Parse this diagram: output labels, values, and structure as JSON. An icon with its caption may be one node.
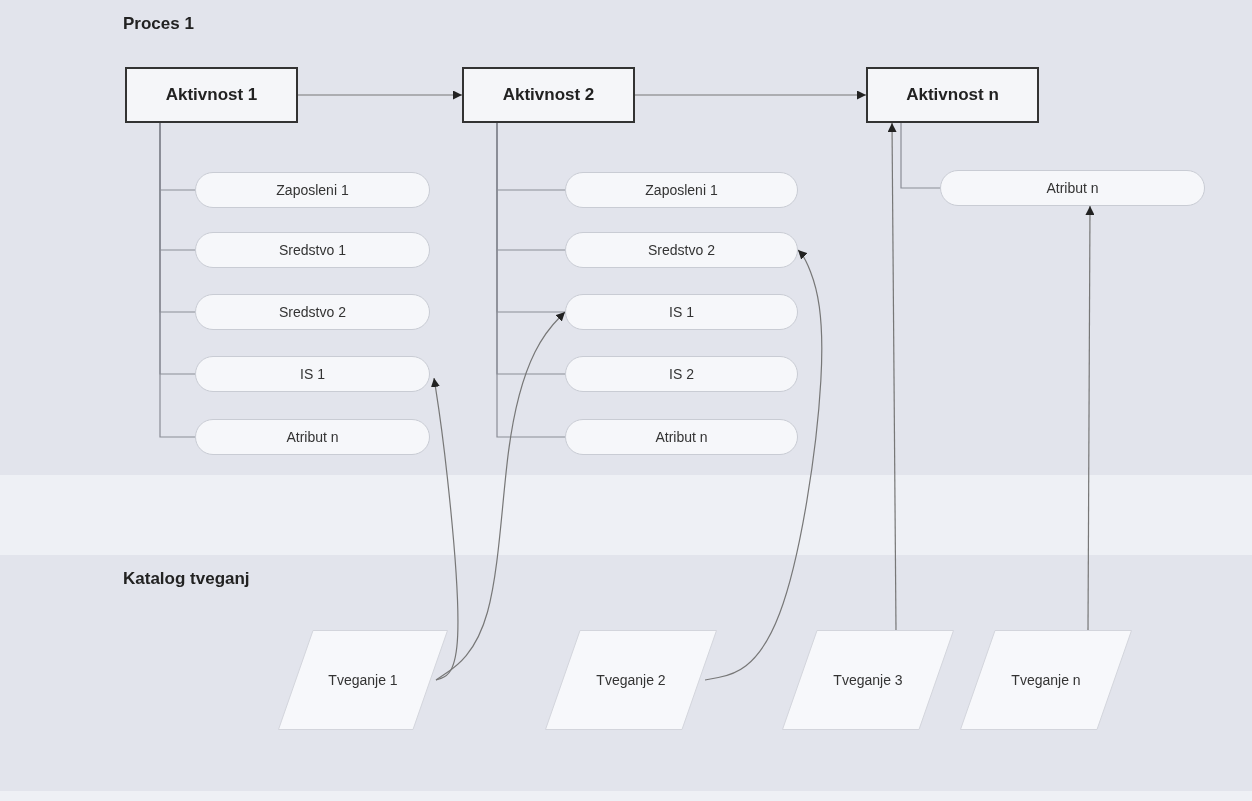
{
  "diagram": {
    "nodes": [
      {
        "text": [
          "Proces 1"
        ]
      },
      {
        "text": [
          "Aktivnost 1"
        ],
        "in": 0
      },
      {
        "text": [
          "Aktivnost 2"
        ],
        "in": 0
      },
      {
        "text": [
          "Aktivnost n"
        ],
        "in": 0
      },
      {
        "text": [
          "Zaposleni 1"
        ],
        "in": 0
      },
      {
        "text": [
          "Sredstvo 1"
        ],
        "in": 0
      },
      {
        "text": [
          "Sredstvo 2"
        ],
        "in": 0
      },
      {
        "text": [
          "IS 1"
        ],
        "in": 0
      },
      {
        "text": [
          "Atribut n"
        ],
        "in": 0
      },
      {
        "text": [
          "Zaposleni 1"
        ],
        "in": 0
      },
      {
        "text": [
          "Sredstvo 2"
        ],
        "in": 0
      },
      {
        "text": [
          "IS 1"
        ],
        "in": 0
      },
      {
        "text": [
          "IS 2"
        ],
        "in": 0
      },
      {
        "text": [
          "Atribut n"
        ],
        "in": 0
      },
      {
        "text": [
          "Atribut n"
        ],
        "in": 0
      },
      {
        "text": [
          "Katalog tveganj"
        ]
      },
      {
        "text": [
          "Tveganje 1"
        ],
        "in": 15
      },
      {
        "text": [
          "Tveganje 2"
        ],
        "in": 15
      },
      {
        "text": [
          "Tveganje 3"
        ],
        "in": 15
      },
      {
        "text": [
          "Tveganje n"
        ],
        "in": 15
      }
    ],
    "edges": [
      {
        "from": 1,
        "to": 2,
        "arrow": "to"
      },
      {
        "from": 2,
        "to": 3,
        "arrow": "to"
      },
      {
        "from": 1,
        "to": 4,
        "arrow": "none"
      },
      {
        "from": 1,
        "to": 5,
        "arrow": "none"
      },
      {
        "from": 1,
        "to": 6,
        "arrow": "none"
      },
      {
        "from": 1,
        "to": 7,
        "arrow": "none"
      },
      {
        "from": 1,
        "to": 8,
        "arrow": "none"
      },
      {
        "from": 2,
        "to": 9,
        "arrow": "none"
      },
      {
        "from": 2,
        "to": 10,
        "arrow": "none"
      },
      {
        "from": 2,
        "to": 11,
        "arrow": "none"
      },
      {
        "from": 2,
        "to": 12,
        "arrow": "none"
      },
      {
        "from": 2,
        "to": 13,
        "arrow": "none"
      },
      {
        "from": 3,
        "to": 14,
        "arrow": "none"
      },
      {
        "from": 16,
        "to": 7,
        "arrow": "to"
      },
      {
        "from": 16,
        "to": 11,
        "arrow": "to"
      },
      {
        "from": 17,
        "to": 10,
        "arrow": "to"
      },
      {
        "from": 18,
        "to": 3,
        "arrow": "to"
      },
      {
        "from": 19,
        "to": 14,
        "arrow": "to"
      }
    ]
  }
}
